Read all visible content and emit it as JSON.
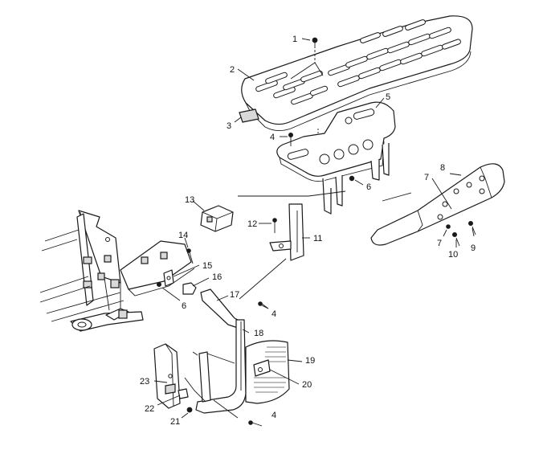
{
  "callouts": {
    "c1": "1",
    "c2": "2",
    "c3": "3",
    "c4a": "4",
    "c5": "5",
    "c6a": "6",
    "c7a": "7",
    "c8": "8",
    "c9": "9",
    "c10": "10",
    "c7b": "7",
    "c11": "11",
    "c12": "12",
    "c13": "13",
    "c14": "14",
    "c15": "15",
    "c16": "16",
    "c6b": "6",
    "c17": "17",
    "c4b": "4",
    "c18": "18",
    "c19": "19",
    "c20": "20",
    "c23": "23",
    "c22": "22",
    "c21": "21",
    "c4c": "4"
  },
  "colors": {
    "line": "#1a1a1a",
    "background": "#ffffff",
    "shade": "#d9d9d9"
  }
}
